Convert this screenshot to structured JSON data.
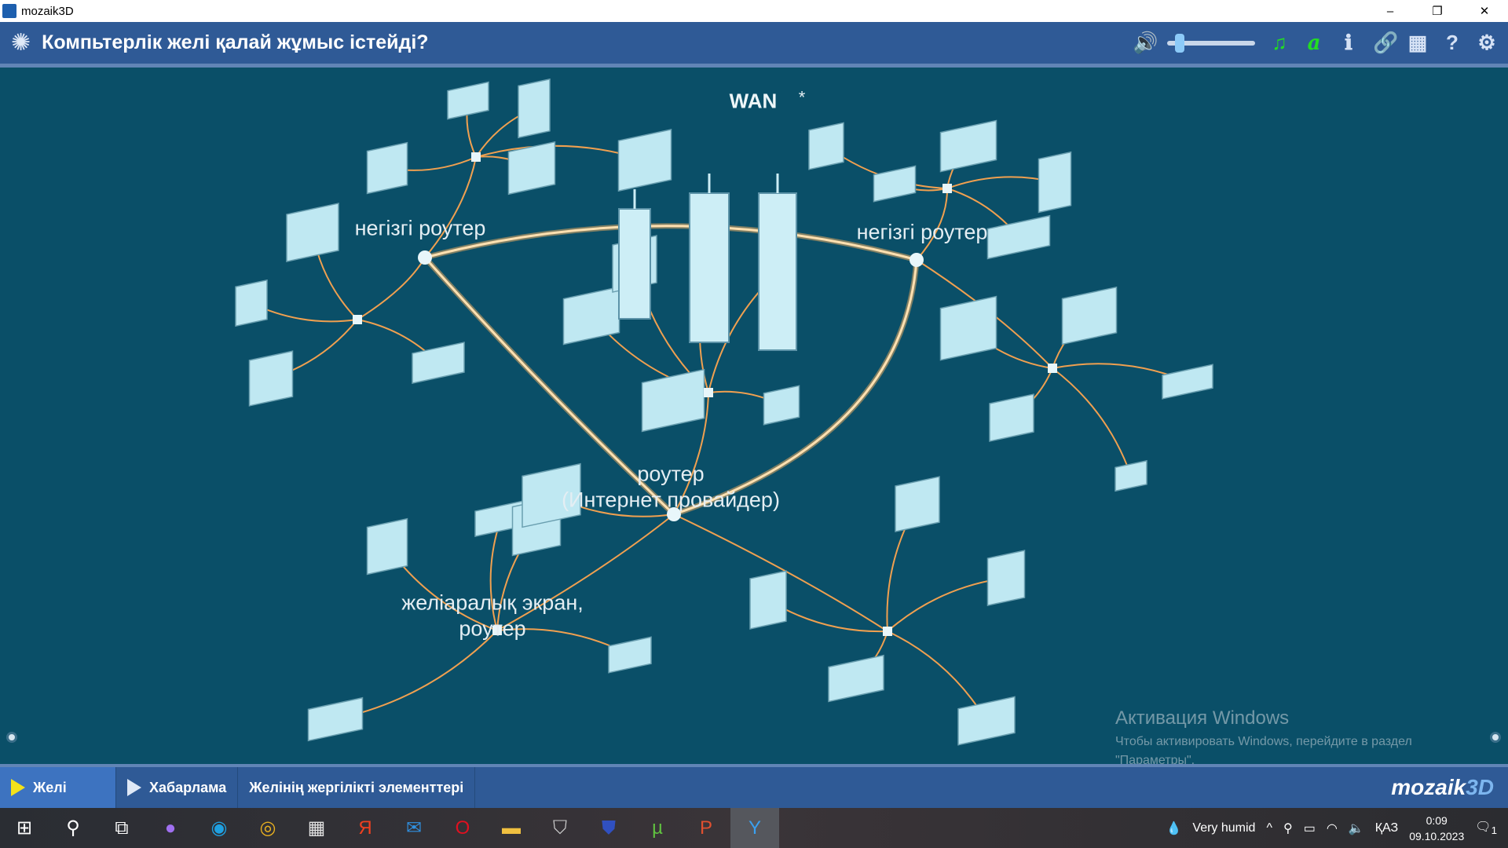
{
  "window": {
    "title": "mozaik3D",
    "minimize": "–",
    "restore": "❐",
    "close": "✕"
  },
  "header": {
    "title": "Компьтерлік желі қалай жұмыс істейді?",
    "volume_percent": 10,
    "tools": {
      "speaker": "🔊",
      "music": "♫",
      "font": "a",
      "info": "ℹ",
      "link": "🔗",
      "grid": "▦",
      "help": "?",
      "settings": "⚙"
    }
  },
  "scene": {
    "wan": "WAN",
    "wan_mark": "*",
    "main_router_left": "негізгі роутер",
    "main_router_right": "негізгі роутер",
    "isp_router_line1": "роутер",
    "isp_router_line2": "(Интернет провайдер)",
    "firewall_line1": "желіаралық экран,",
    "firewall_line2": "роутер"
  },
  "watermark": {
    "title": "Активация Windows",
    "text1": "Чтобы активировать Windows, перейдите в раздел",
    "text2": "\"Параметры\"."
  },
  "bottom_tabs": [
    {
      "label": "Желі"
    },
    {
      "label": "Хабарлама"
    },
    {
      "label": "Желінің жергілікті элементтері"
    }
  ],
  "logo": {
    "a": "mozaik",
    "b": "3D"
  },
  "taskbar": {
    "weather": "Very humid",
    "lang": "ҚАЗ",
    "time": "0:09",
    "date": "09.10.2023",
    "notifications": "1"
  },
  "colors": {
    "accent": "#2f5a96",
    "bg": "#0a4f68",
    "link": "#f0a050",
    "building": "#bfe8f2"
  }
}
